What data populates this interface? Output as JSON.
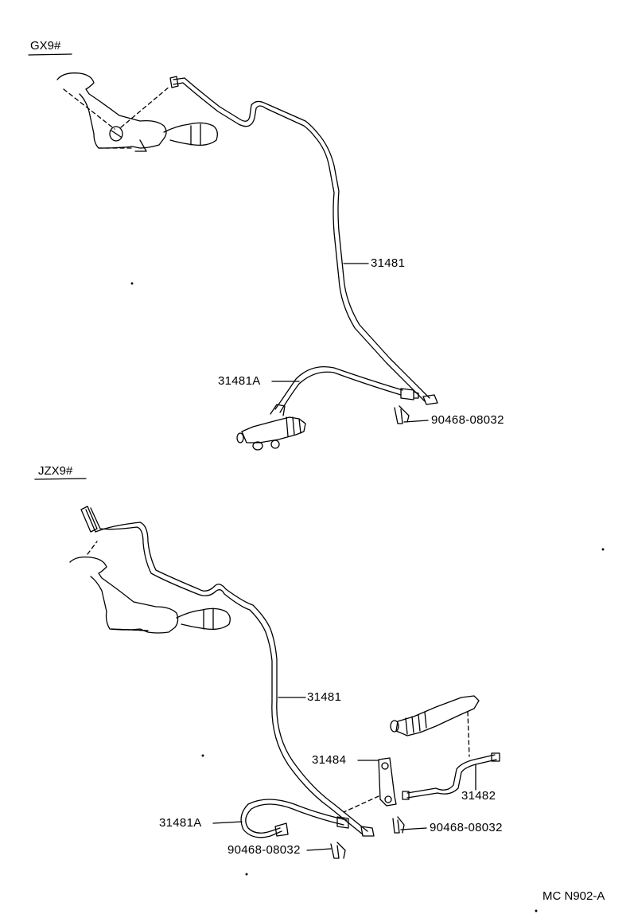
{
  "sections": {
    "upper": {
      "heading": "GX9#"
    },
    "lower": {
      "heading": "JZX9#"
    }
  },
  "parts": {
    "upper_tube": "31481",
    "upper_hose": "31481A",
    "upper_clip": "90468-08032",
    "lower_tube": "31481",
    "lower_bracket": "31484",
    "lower_tube_2": "31482",
    "lower_clip_right": "90468-08032",
    "lower_hose": "31481A",
    "lower_clip_left": "90468-08032"
  },
  "reference": "MC N902-A"
}
